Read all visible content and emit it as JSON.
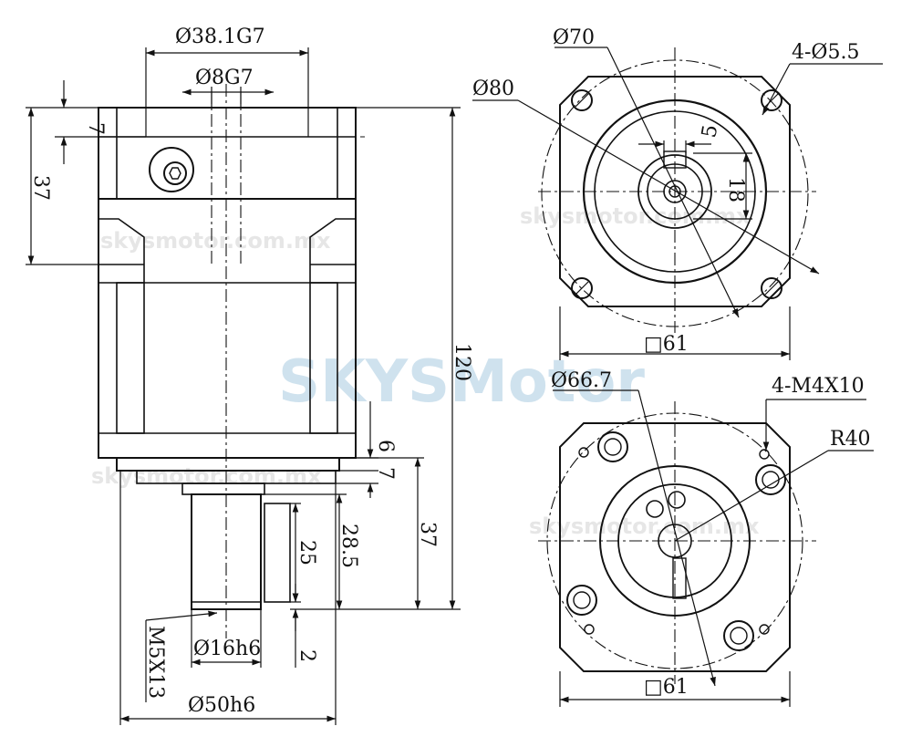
{
  "watermark": {
    "brand": "SKYSMotor",
    "site": "skysmotor.com.mx"
  },
  "side_view": {
    "bore_outer": "Ø38.1G7",
    "bore_inner": "Ø8G7",
    "flange_depth": "7",
    "input_height": "37",
    "total_length": "120",
    "step_a": "6",
    "step_b": "7",
    "output_length": "37",
    "shaft_length": "28.5",
    "key_length": "25",
    "shaft_offset": "2",
    "thread": "M5X13",
    "shaft_dia": "Ø16h6",
    "pilot_dia": "Ø50h6"
  },
  "input_view": {
    "circle_70": "Ø70",
    "circle_80": "Ø80",
    "holes": "4-Ø5.5",
    "key_width": "5",
    "key_height": "18",
    "square": "□61"
  },
  "output_view": {
    "circle": "Ø66.7",
    "tapped_holes": "4-M4X10",
    "radius": "R40",
    "square": "□61"
  }
}
